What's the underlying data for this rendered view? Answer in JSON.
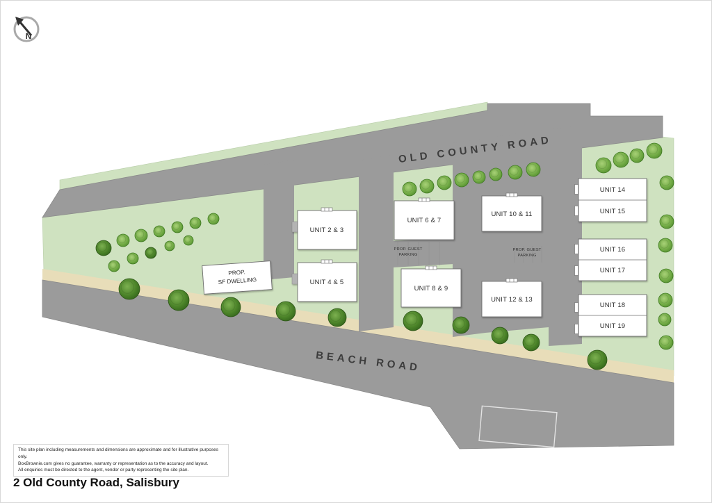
{
  "page": {
    "title": "2 Old County Road, Salisbury"
  },
  "north_label": "N",
  "roads": {
    "top_label": "OLD COUNTY ROAD",
    "bottom_label": "BEACH ROAD"
  },
  "buildings": {
    "sf_dwelling": {
      "line1": "PROP.",
      "line2": "SF DWELLING"
    },
    "units": [
      "UNIT 2 & 3",
      "UNIT 4 & 5",
      "UNIT 6 & 7",
      "UNIT 8 & 9",
      "UNIT 10 & 11",
      "UNIT 12 & 13",
      "UNIT 14",
      "UNIT 15",
      "UNIT 16",
      "UNIT 17",
      "UNIT 18",
      "UNIT 19"
    ]
  },
  "parking": {
    "guest_left": {
      "line1": "PROP. GUEST",
      "line2": "PARKING"
    },
    "guest_right": {
      "line1": "PROP. GUEST",
      "line2": "PARKING"
    }
  },
  "disclaimer": {
    "line1": "This site plan including measurements and dimensions are approximate and for illustrative purposes only.",
    "line2": "BoxBrownie.com gives no guarantee, warranty or representation as to the accuracy and layout.",
    "line3": "All enquiries must be directed to the agent, vendor or party representing the site plan."
  },
  "colors": {
    "road": "#9b9b9b",
    "green": "#cfe2c0",
    "tan": "#e8ddb9",
    "tree_light": "#6fae41",
    "tree_dark": "#47822a"
  }
}
